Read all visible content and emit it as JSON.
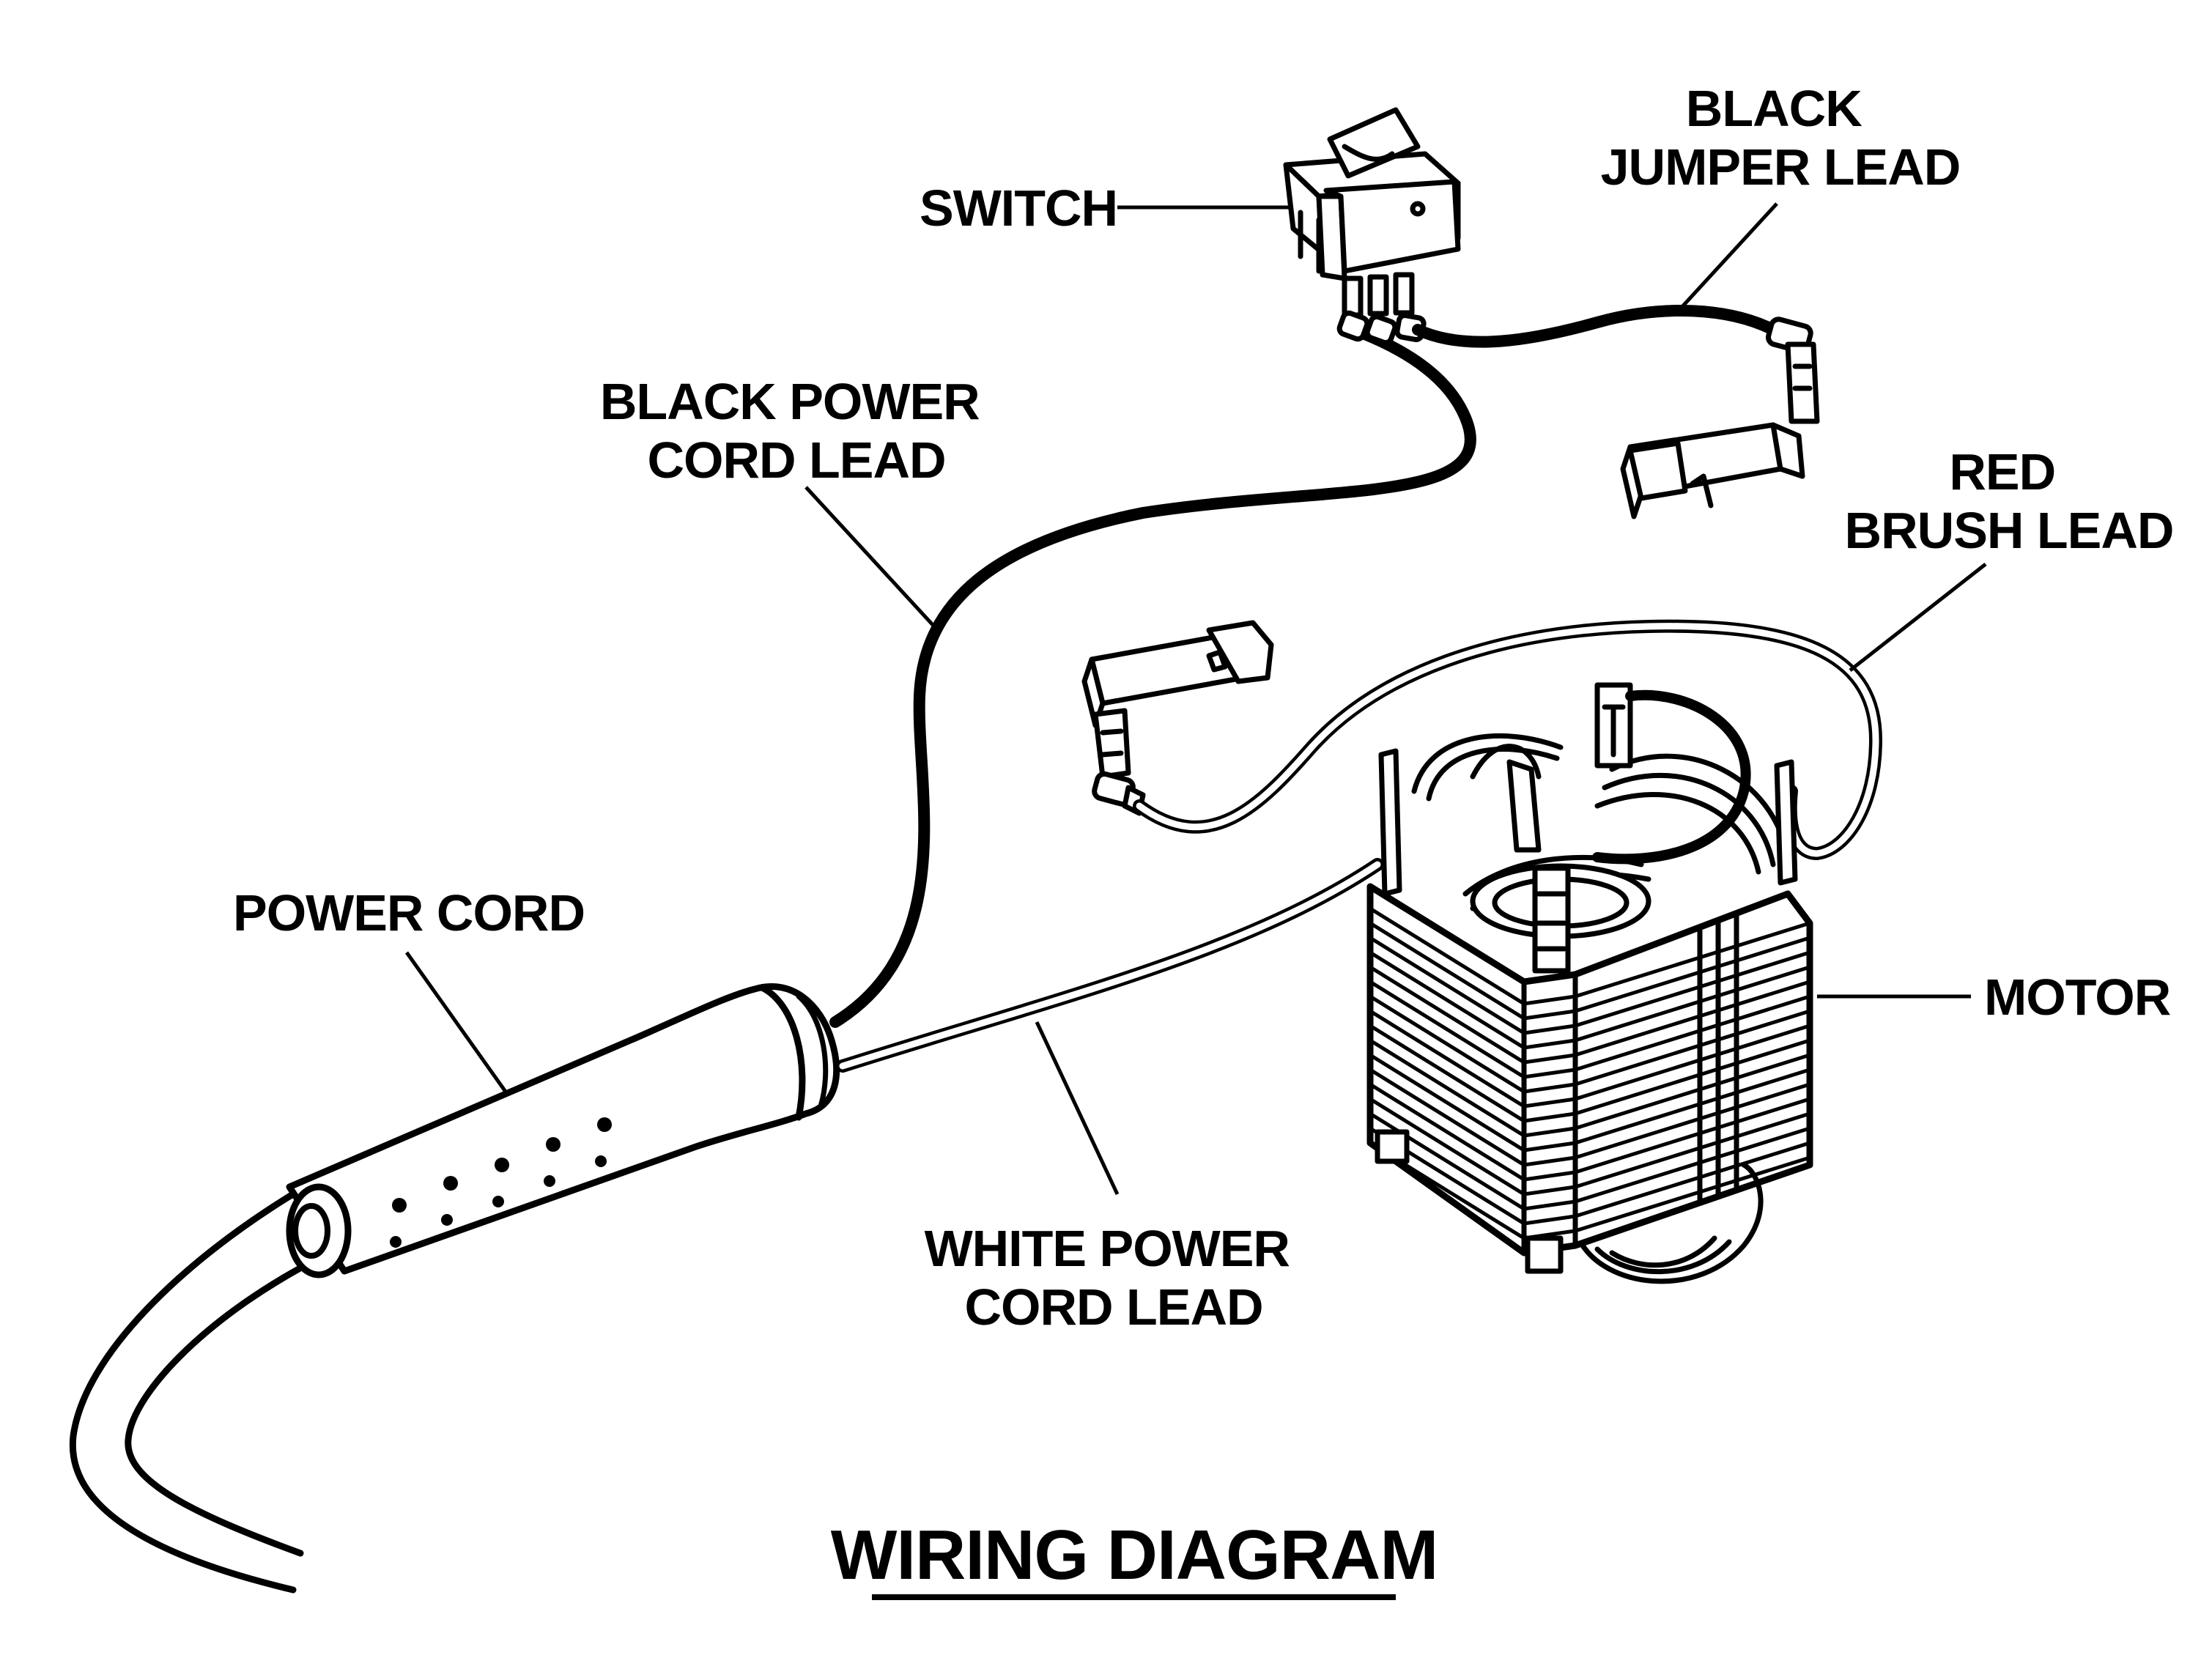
{
  "diagram": {
    "title": "WIRING DIAGRAM",
    "labels": {
      "switch": "SWITCH",
      "black_jumper_lead": [
        "BLACK",
        "JUMPER LEAD"
      ],
      "black_power_cord_lead": [
        "BLACK POWER",
        "CORD LEAD"
      ],
      "red_brush_lead": [
        "RED",
        "BRUSH LEAD"
      ],
      "power_cord": "POWER CORD",
      "motor": "MOTOR",
      "white_power_cord_lead": [
        "WHITE POWER",
        "CORD LEAD"
      ]
    }
  }
}
